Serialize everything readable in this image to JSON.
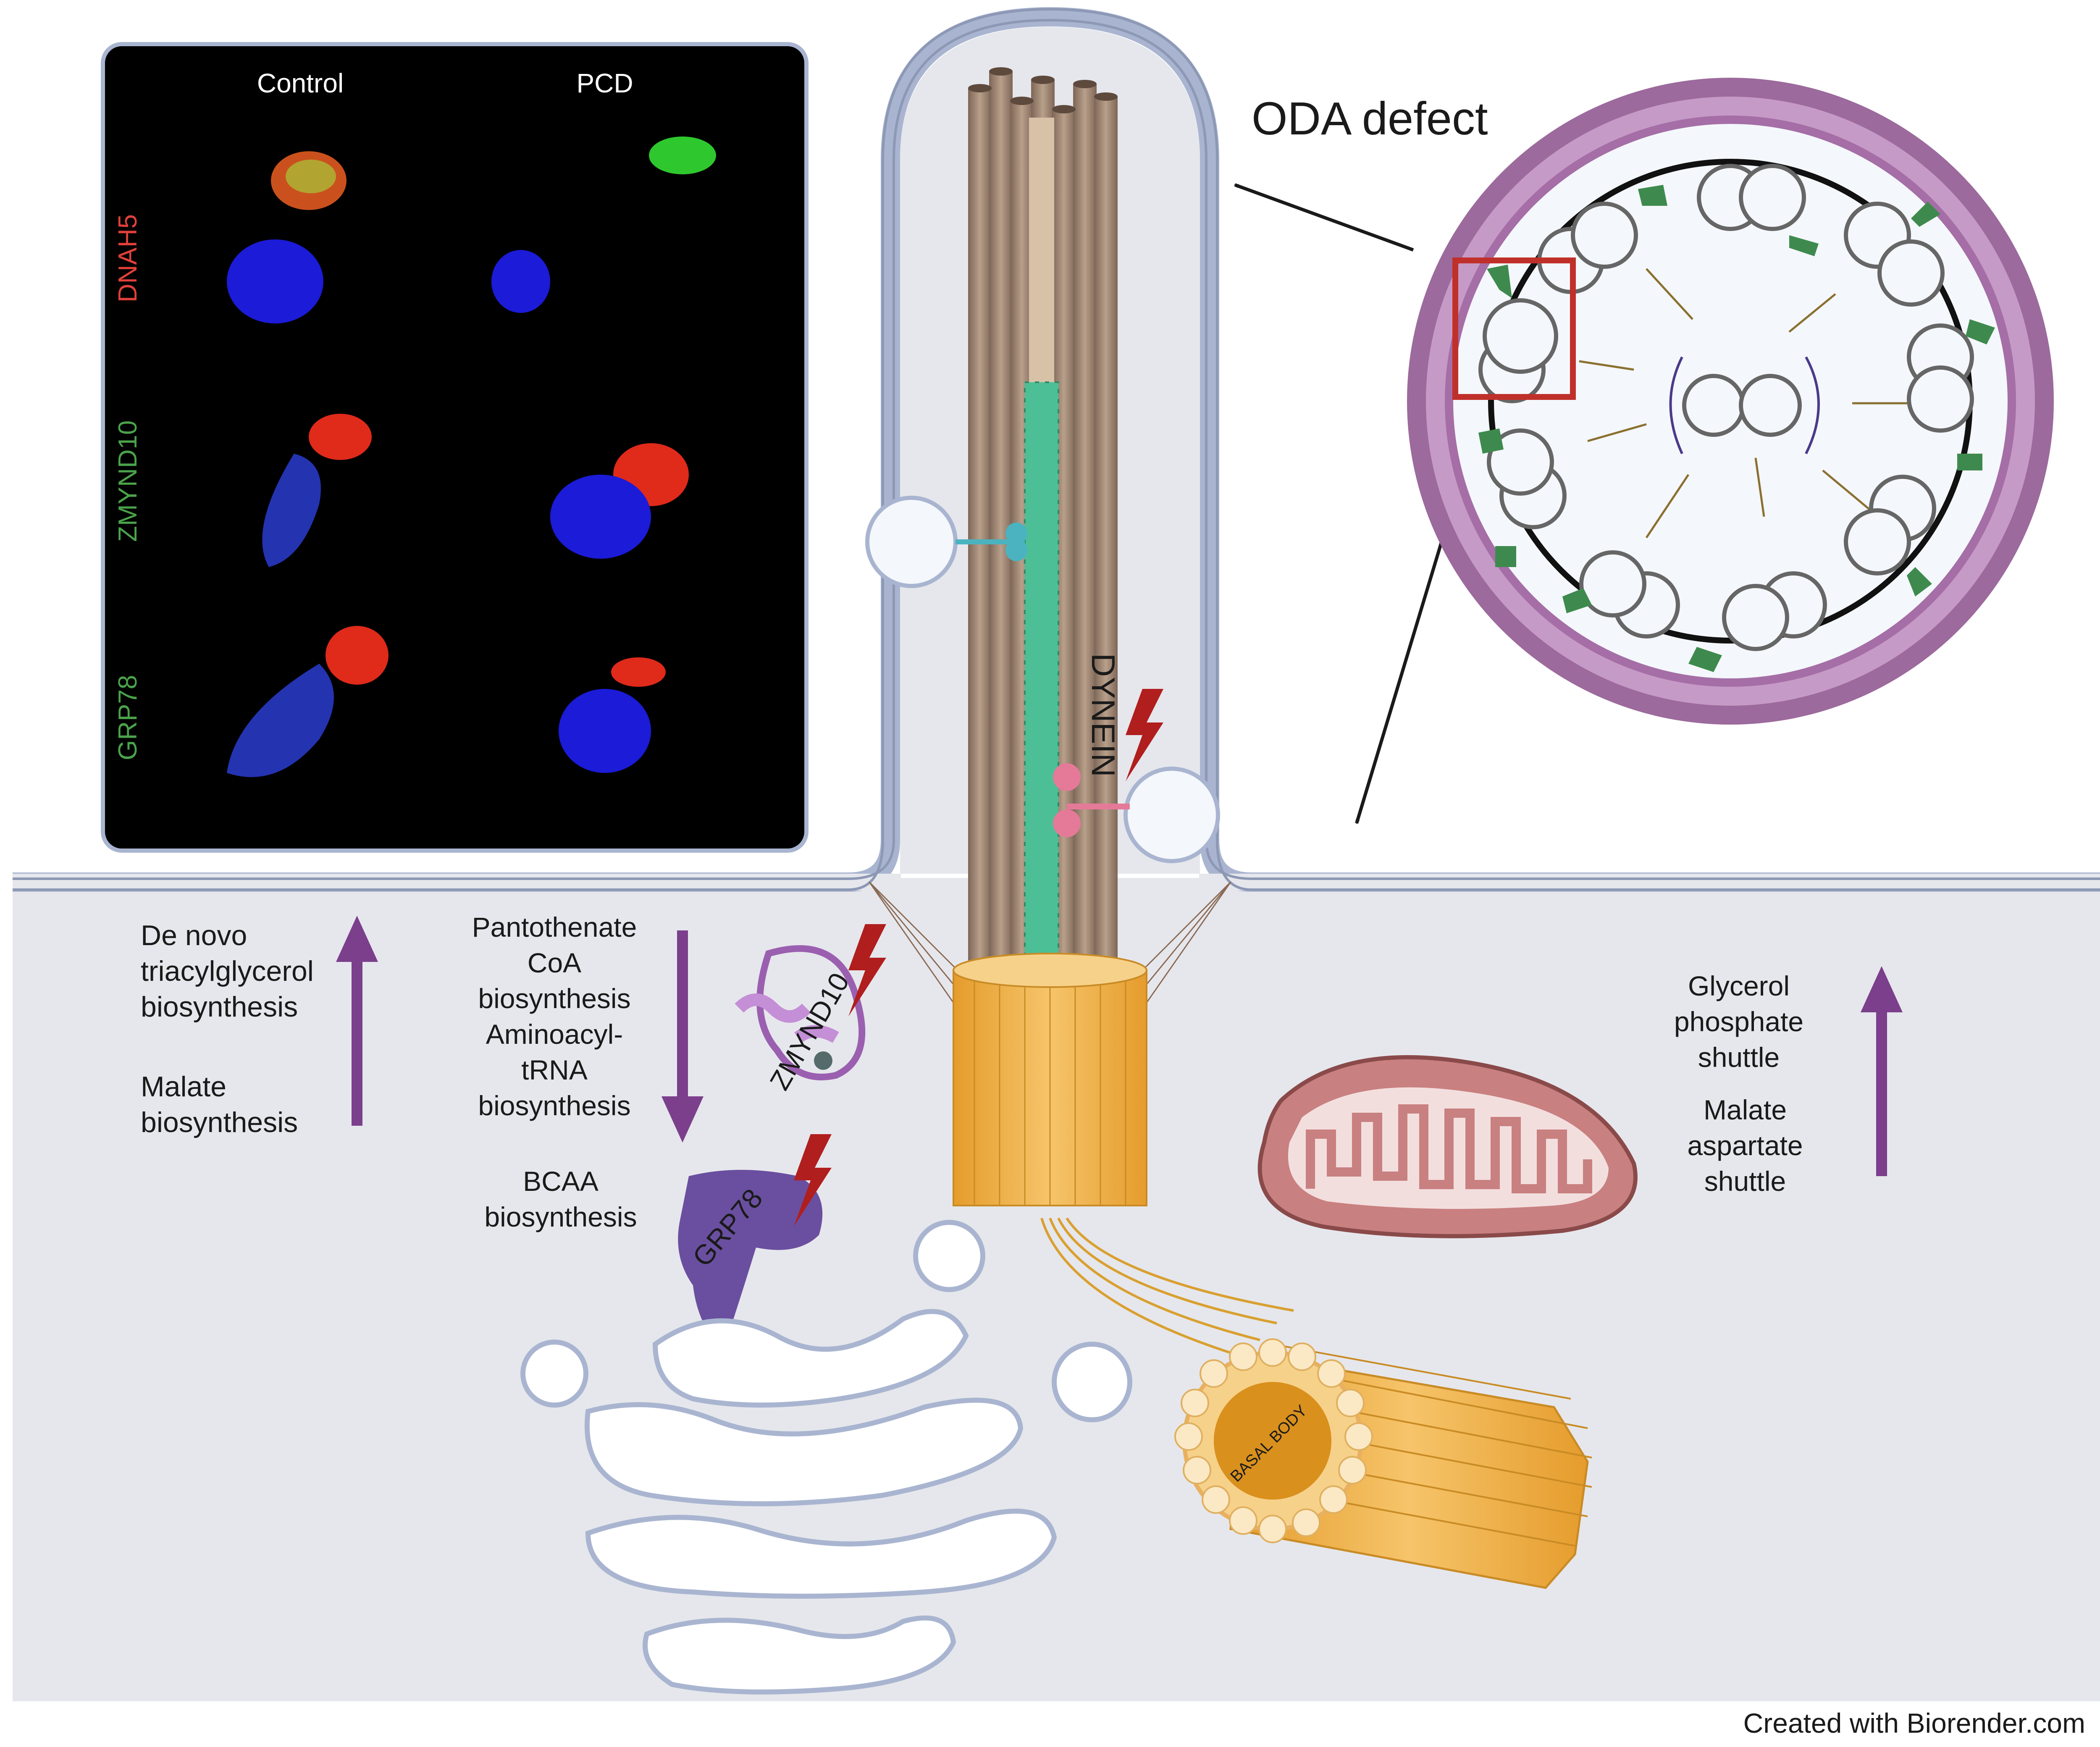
{
  "micrograph": {
    "col_control": "Control",
    "col_pcd": "PCD",
    "row_labels": [
      {
        "text": "DNAH5",
        "color": "#e0403a"
      },
      {
        "text": "ZMYND10",
        "color": "#4aa34a"
      },
      {
        "text": "GRP78",
        "color": "#4aa34a"
      }
    ]
  },
  "oda_defect": "ODA defect",
  "dynein": "DYNEIN",
  "zmynd10": "ZMYND10",
  "grp78": "GRP78",
  "basal_body": "BASAL BODY",
  "left_up": [
    "De novo",
    "triacylglycerol",
    "biosynthesis",
    "Malate",
    "biosynthesis"
  ],
  "middle_down": [
    "Pantothenate",
    "CoA",
    "biosynthesis",
    "Aminoacyl-",
    "tRNA",
    "biosynthesis",
    "BCAA",
    "biosynthesis"
  ],
  "right_up": [
    "Glycerol",
    "phosphate",
    "shuttle",
    "Malate",
    "aspartate",
    "shuttle"
  ],
  "credit": "Created with Biorender.com",
  "colors": {
    "arrow_purple": "#7b3f8c",
    "cytoplasm": "#e6e7ec",
    "membrane": "#a9b5d0",
    "dynein_green": "#3e8a4e",
    "defect_red": "#b01e1e",
    "microtubule_orange": "#f2b34a",
    "axoneme_brown": "#8c7564"
  }
}
